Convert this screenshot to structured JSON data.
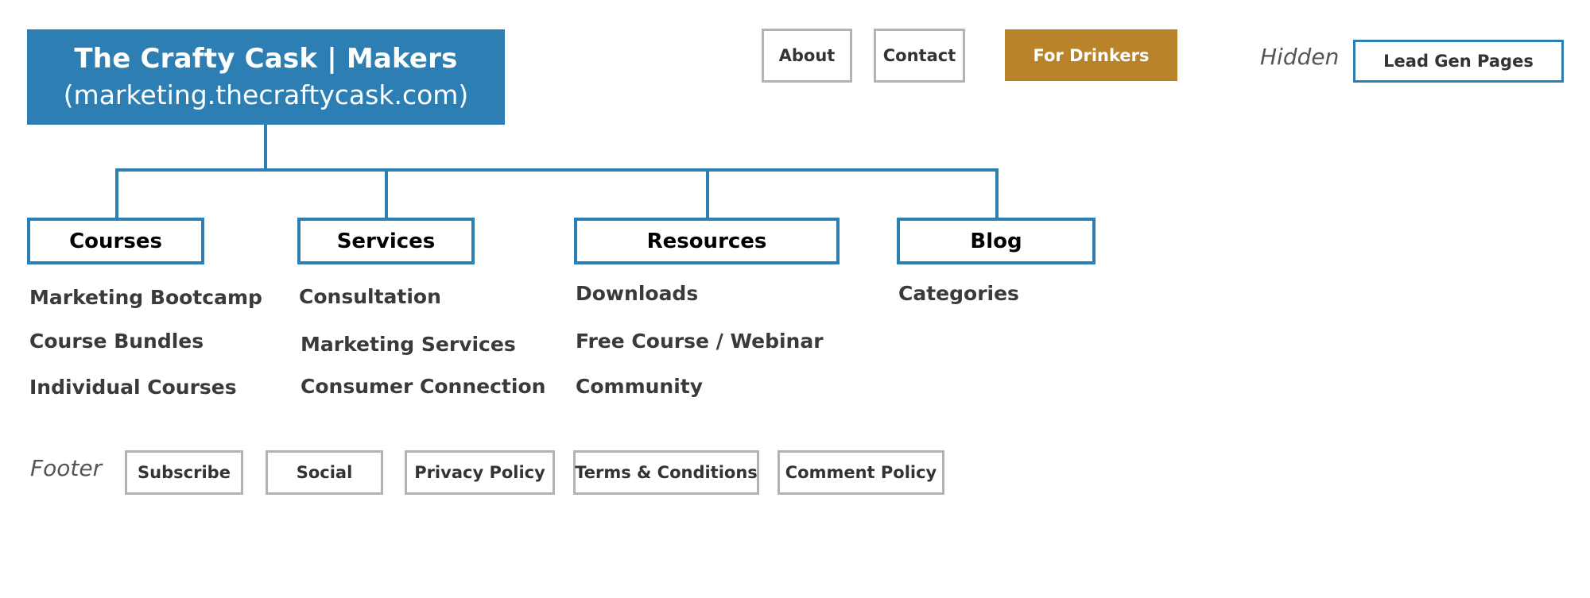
{
  "root": {
    "title": "The Crafty Cask | Makers",
    "subtitle": "(marketing.thecraftycask.com)"
  },
  "top_nav": {
    "about": "About",
    "contact": "Contact",
    "for_drinkers": "For Drinkers"
  },
  "hidden": {
    "label": "Hidden",
    "lead_gen": "Lead Gen Pages"
  },
  "sections": [
    {
      "label": "Courses",
      "items": [
        "Marketing Bootcamp",
        "Course Bundles",
        "Individual Courses"
      ]
    },
    {
      "label": "Services",
      "items": [
        "Consultation",
        "Marketing Services",
        "Consumer Connection"
      ]
    },
    {
      "label": "Resources",
      "items": [
        "Downloads",
        "Free Course / Webinar",
        "Community"
      ]
    },
    {
      "label": "Blog",
      "items": [
        "Categories"
      ]
    }
  ],
  "footer": {
    "label": "Footer",
    "items": [
      "Subscribe",
      "Social",
      "Privacy Policy",
      "Terms & Conditions",
      "Comment Policy"
    ]
  },
  "colors": {
    "primary_blue": "#2d7fb3",
    "accent_gold": "#b8832b",
    "outline_gray": "#b3b3b3",
    "text_dark": "#333333"
  }
}
